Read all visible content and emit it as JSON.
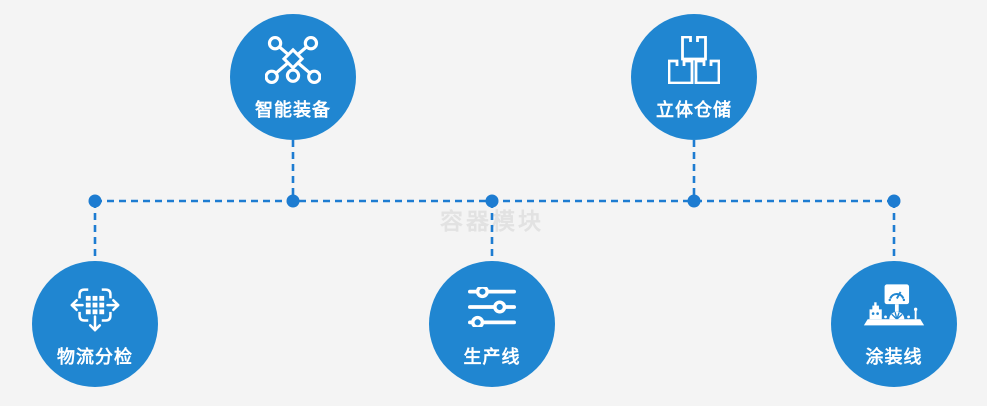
{
  "diagram": {
    "watermark": "容器模块",
    "nodes": [
      {
        "id": "smart-equipment",
        "label": "智能装备",
        "icon": "network-nodes-icon",
        "row": "top",
        "order": 1
      },
      {
        "id": "stereo-warehouse",
        "label": "立体仓储",
        "icon": "stacked-boxes-icon",
        "row": "top",
        "order": 2
      },
      {
        "id": "logistics-sorting",
        "label": "物流分检",
        "icon": "sorting-arrows-icon",
        "row": "bottom",
        "order": 1
      },
      {
        "id": "production-line",
        "label": "生产线",
        "icon": "sliders-icon",
        "row": "bottom",
        "order": 2
      },
      {
        "id": "coating-line",
        "label": "涂装线",
        "icon": "machine-monitor-icon",
        "row": "bottom",
        "order": 3
      }
    ],
    "colors": {
      "background": "#f4f4f4",
      "node_blue": "#2086d1",
      "connector_blue": "#1d7cd1",
      "icon_white": "#ffffff",
      "watermark_gray": "#e2e2e2"
    }
  }
}
